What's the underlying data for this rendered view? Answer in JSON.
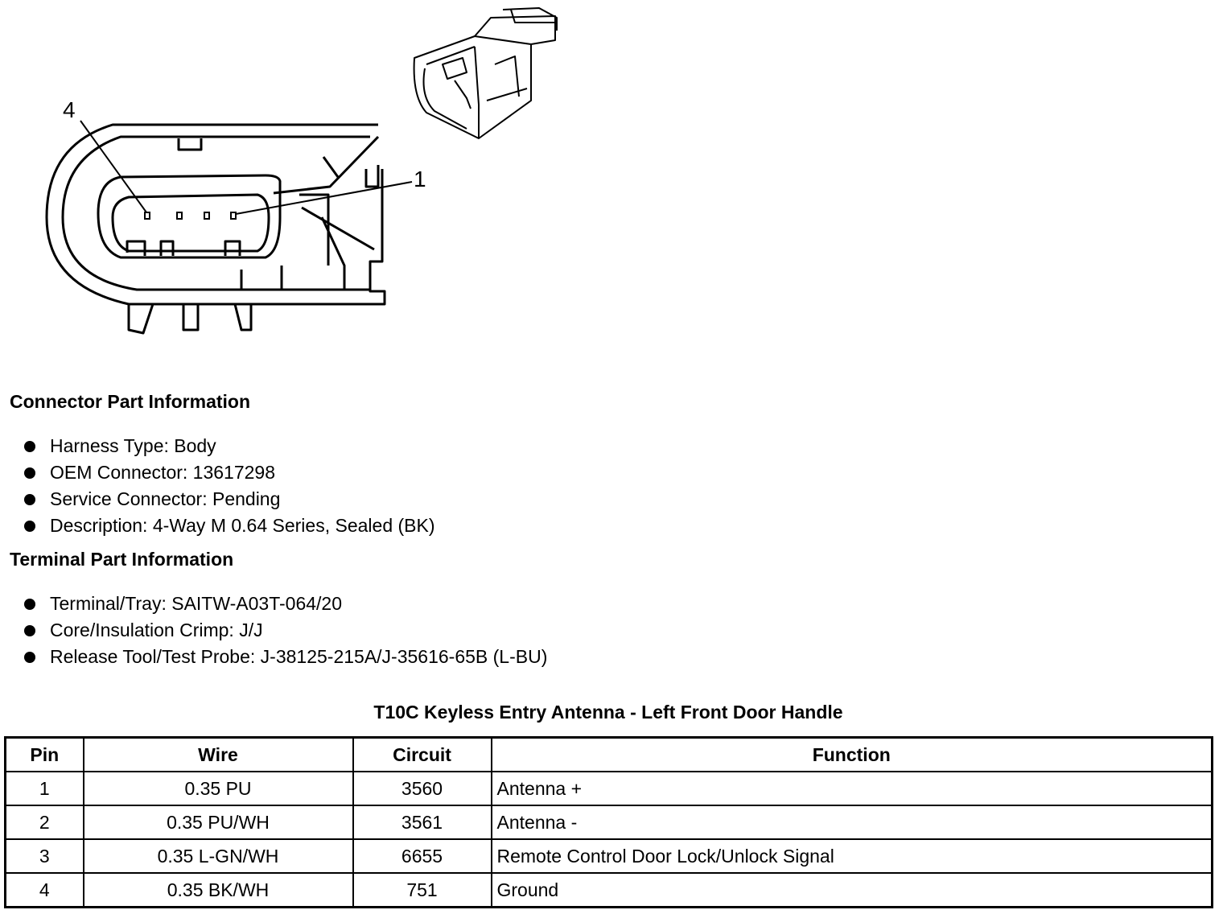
{
  "diagram": {
    "callouts": {
      "pin_left": "4",
      "pin_right": "1"
    }
  },
  "connector_info": {
    "heading": "Connector Part Information",
    "items": [
      "Harness Type: Body",
      "OEM Connector: 13617298",
      "Service Connector: Pending",
      "Description: 4-Way M 0.64 Series, Sealed (BK)"
    ]
  },
  "terminal_info": {
    "heading": "Terminal Part Information",
    "items": [
      "Terminal/Tray: SAITW-A03T-064/20",
      "Core/Insulation Crimp: J/J",
      "Release Tool/Test Probe: J-38125-215A/J-35616-65B (L-BU)"
    ]
  },
  "pin_table": {
    "title": "T10C Keyless Entry Antenna - Left Front Door Handle",
    "headers": [
      "Pin",
      "Wire",
      "Circuit",
      "Function"
    ],
    "rows": [
      [
        "1",
        "0.35 PU",
        "3560",
        "Antenna +"
      ],
      [
        "2",
        "0.35 PU/WH",
        "3561",
        "Antenna -"
      ],
      [
        "3",
        "0.35 L-GN/WH",
        "6655",
        "Remote Control Door Lock/Unlock Signal"
      ],
      [
        "4",
        "0.35 BK/WH",
        "751",
        "Ground"
      ]
    ]
  }
}
